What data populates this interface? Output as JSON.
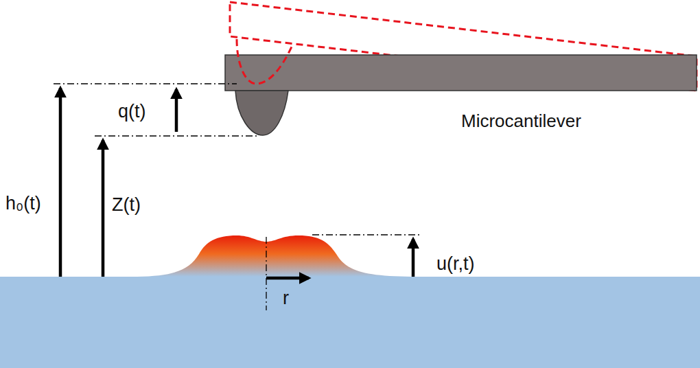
{
  "diagram": {
    "labels": [
      "q(t)",
      "Microcantilever",
      "h₀(t)",
      "Z(t)",
      "u(r,t)",
      "r"
    ]
  }
}
